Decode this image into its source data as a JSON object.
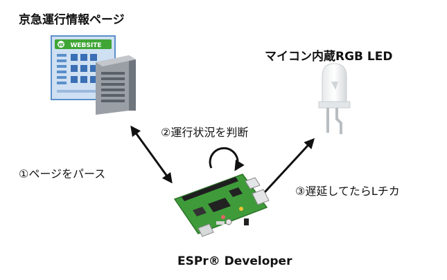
{
  "labels": {
    "website_page": "京急運行情報ページ",
    "led": "マイコン内蔵RGB LED",
    "board": "ESPr® Developer",
    "step1": "①ページをパース",
    "step2": "②運行状況を判断",
    "step3": "③遅延してたらLチカ"
  },
  "website": {
    "banner": "WEBSITE",
    "logo_letter": "W"
  },
  "colors": {
    "banner_green": "#3fa535",
    "page_blue": "#5b8fc9",
    "board_green": "#3f9b3a",
    "arrow": "#111111"
  }
}
